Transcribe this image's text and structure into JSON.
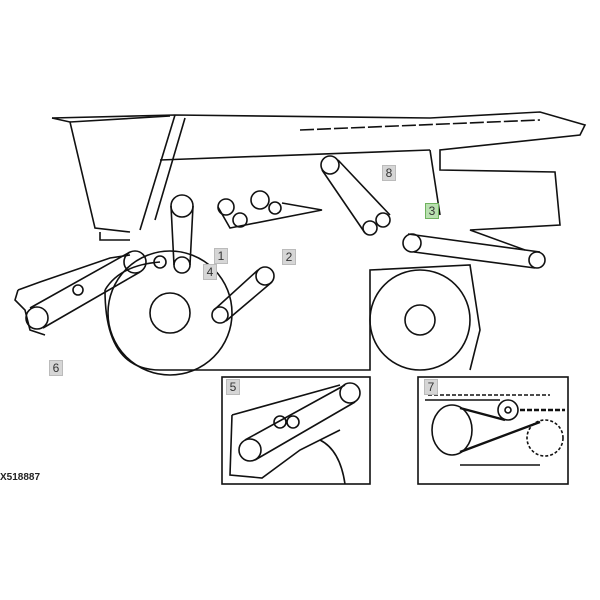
{
  "callouts": {
    "c1": "1",
    "c2": "2",
    "c3": "3",
    "c4": "4",
    "c5": "5",
    "c6": "6",
    "c7": "7",
    "c8": "8"
  },
  "highlight_color": "#b9e0b0",
  "figure_code": "X518887"
}
